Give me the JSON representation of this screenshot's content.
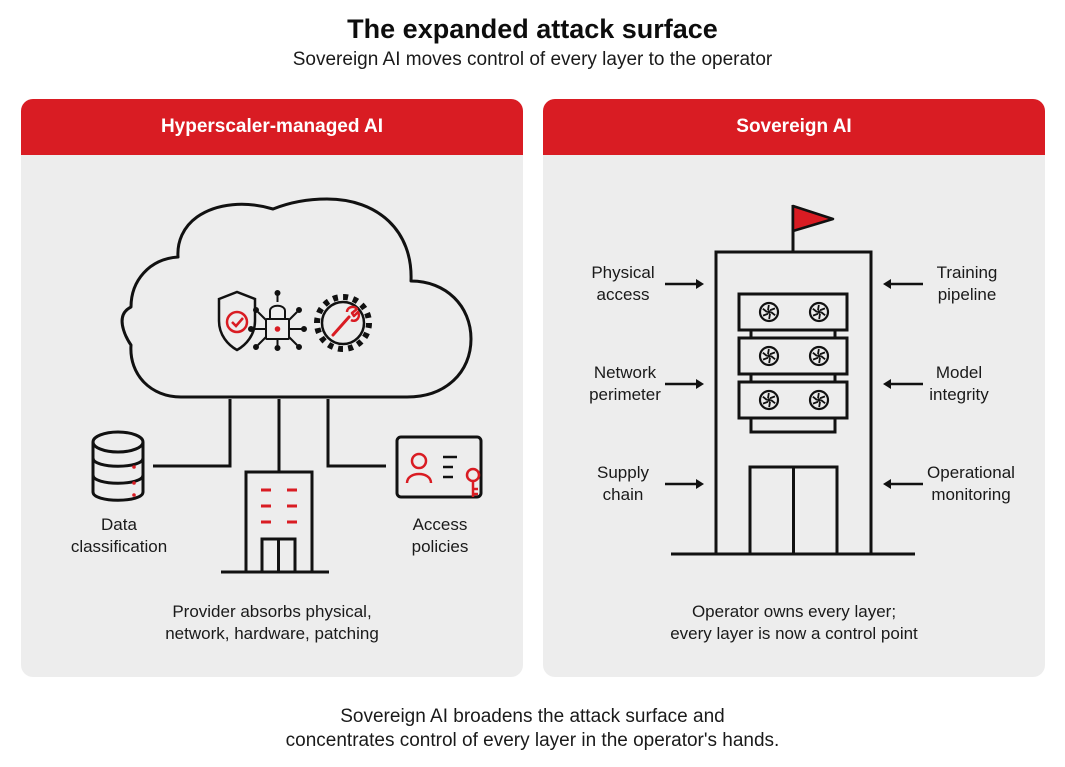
{
  "title": "The expanded attack surface",
  "subtitle": "Sovereign AI moves control of every layer to the operator",
  "left_panel": {
    "header": "Hyperscaler-managed AI",
    "icons": [
      "shield-check-icon",
      "network-lock-icon",
      "gear-wrench-icon",
      "database-icon",
      "building-icon",
      "id-card-key-icon",
      "cloud-icon"
    ],
    "labels": {
      "data_classification": [
        "Data",
        "classification"
      ],
      "access_policies": [
        "Access",
        "policies"
      ]
    },
    "caption": [
      "Provider absorbs physical,",
      "network, hardware, patching"
    ]
  },
  "right_panel": {
    "header": "Sovereign AI",
    "icons": [
      "flag-icon",
      "server-tower-icon",
      "fan-icon",
      "arrow-right-icon",
      "arrow-left-icon"
    ],
    "labels": {
      "physical_access": [
        "Physical",
        "access"
      ],
      "network_perimeter": [
        "Network",
        "perimeter"
      ],
      "supply_chain": [
        "Supply",
        "chain"
      ],
      "training_pipeline": [
        "Training",
        "pipeline"
      ],
      "model_integrity": [
        "Model",
        "integrity"
      ],
      "operational_monitoring": [
        "Operational",
        "monitoring"
      ]
    },
    "caption": [
      "Operator owns every layer;",
      "every layer is now a control point"
    ]
  },
  "footer": [
    "Sovereign AI broadens the attack surface and",
    "concentrates control of every layer in the operator's hands."
  ],
  "colors": {
    "accent": "#d91c23",
    "panel_bg": "#ededed",
    "ink": "#1a1a1a"
  }
}
